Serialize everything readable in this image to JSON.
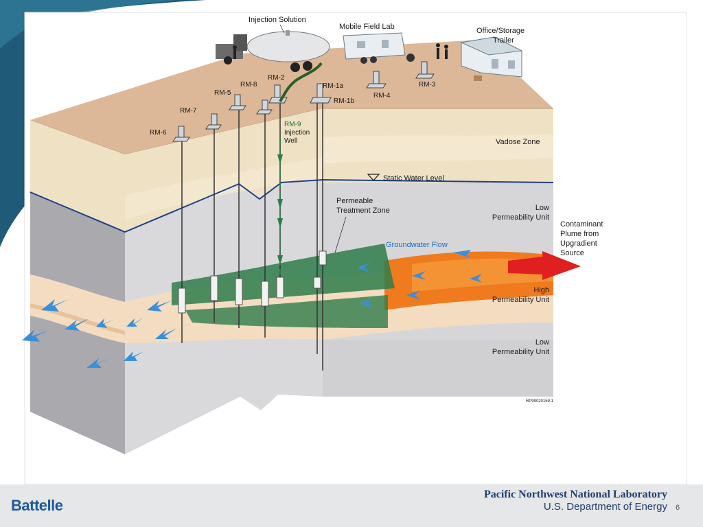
{
  "labels": {
    "injection_solution": "Injection Solution",
    "mobile_field_lab": "Mobile Field Lab",
    "office_storage_line1": "Office/Storage",
    "office_storage_line2": "Trailer",
    "rm2": "RM-2",
    "rm8": "RM-8",
    "rm1a": "RM-1a",
    "rm1b": "RM-1b",
    "rm5": "RM-5",
    "rm4": "RM-4",
    "rm3": "RM-3",
    "rm7": "RM-7",
    "rm6": "RM-6",
    "rm9_line1": "RM-9",
    "rm9_line2": "Injection",
    "rm9_line3": "Well",
    "vadose_zone": "Vadose Zone",
    "static_water_level": "Static Water Level",
    "permeable_treatment_line1": "Permeable",
    "permeable_treatment_line2": "Treatment Zone",
    "groundwater_flow": "Groundwater Flow",
    "low_perm_upper_line1": "Low",
    "low_perm_upper_line2": "Permeability Unit",
    "high_perm_line1": "High",
    "high_perm_line2": "Permeability Unit",
    "low_perm_lower_line1": "Low",
    "low_perm_lower_line2": "Permeability Unit",
    "plume_line1": "Contaminant",
    "plume_line2": "Plume from",
    "plume_line3": "Upgradient",
    "plume_line4": "Source",
    "figure_id": "RP99020159.1"
  },
  "footer": {
    "org_logo_text": "Battelle",
    "lab_name": "Pacific Northwest National Laboratory",
    "department": "U.S. Department of Energy",
    "page_number": "6"
  },
  "colors": {
    "surface": "#dcb898",
    "vadose": "#efe2c4",
    "water_line": "#1f3f8a",
    "low_perm": "#cfcfd2",
    "high_perm_band": "#f4dcc0",
    "plume": "#f07a1e",
    "treatment": "#2e7d4a",
    "arrow_blue": "#3a8fd8",
    "source_arrow": "#e02020",
    "slide_teal": "#1f5a78"
  }
}
